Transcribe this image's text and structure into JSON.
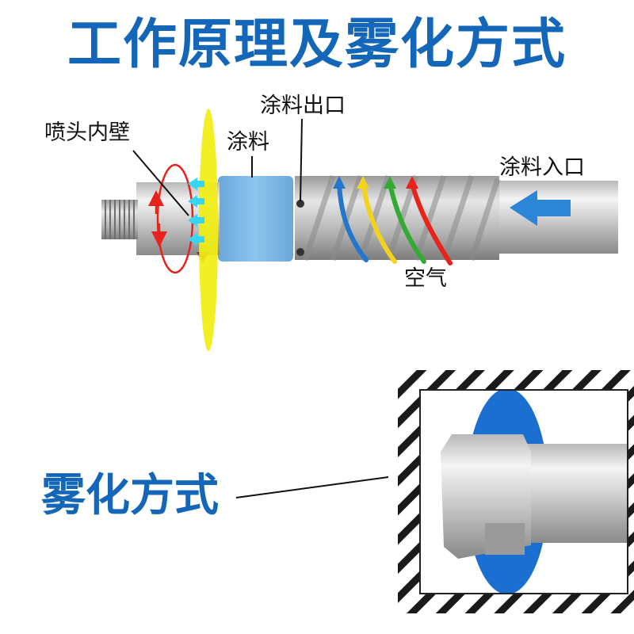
{
  "title": "工作原理及雾化方式",
  "labels": {
    "nozzle_inner_wall": "喷头内壁",
    "paint": "涂料",
    "paint_outlet": "涂料出口",
    "paint_inlet": "涂料入口",
    "air": "空气"
  },
  "atomization_label": "雾化方式",
  "colors": {
    "title": "#1466b8",
    "spray_disc": "#f2ee12",
    "paint_ring": "#7fb8e6",
    "inlet_arrow": "#2b86d8",
    "air_arrows": [
      "#2277cc",
      "#f2d21c",
      "#33aa33",
      "#e8231c"
    ],
    "rotation_arrows": "#e8231c",
    "outflow_arrows": "#36d6f0",
    "blue_cone": "#1a6fd0"
  }
}
